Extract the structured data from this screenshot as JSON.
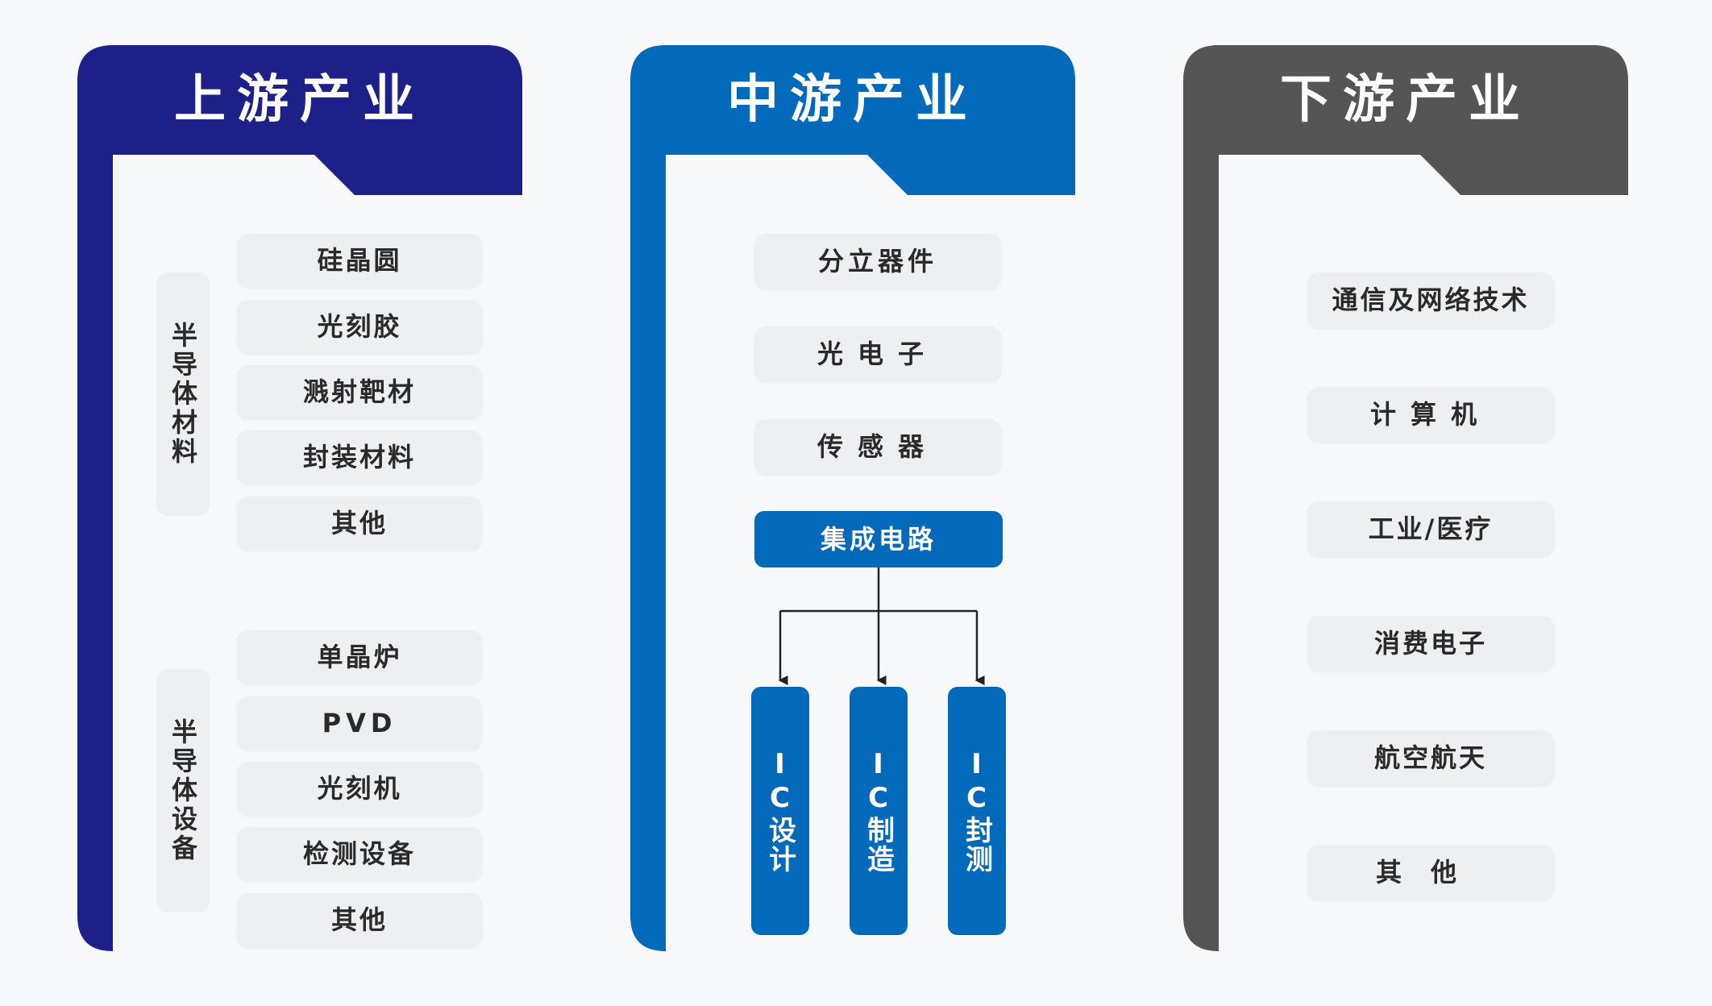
{
  "colors": {
    "upstream": "#1c2088",
    "midstream": "#0369bb",
    "downstream": "#555555",
    "box_bg": "#eeeff1"
  },
  "upstream": {
    "title": "上游产业",
    "group1": {
      "label": "半导体材料",
      "items": [
        "硅晶圆",
        "光刻胶",
        "溅射靶材",
        "封装材料",
        "其他"
      ]
    },
    "group2": {
      "label": "半导体设备",
      "items": [
        "单晶炉",
        "PVD",
        "光刻机",
        "检测设备",
        "其他"
      ]
    }
  },
  "midstream": {
    "title": "中游产业",
    "items": [
      "分立器件",
      "光电子",
      "传感器"
    ],
    "ic": {
      "label": "集成电路",
      "children": [
        "IC设计",
        "IC制造",
        "IC封测"
      ]
    }
  },
  "downstream": {
    "title": "下游产业",
    "items": [
      "通信及网络技术",
      "计算机",
      "工业/医疗",
      "消费电子",
      "航空航天",
      "其他"
    ]
  }
}
